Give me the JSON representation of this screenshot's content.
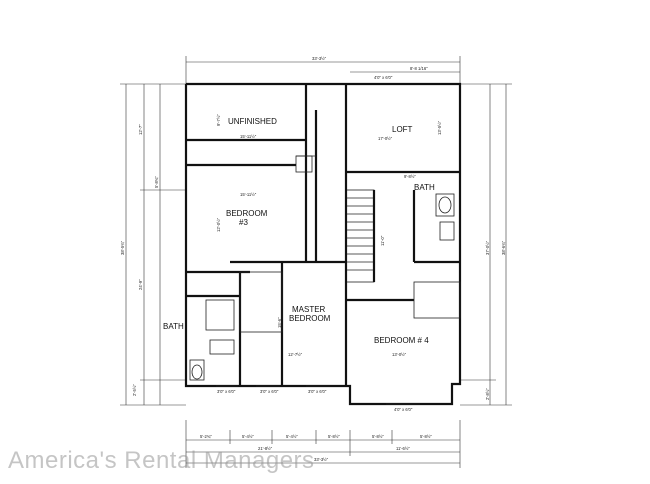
{
  "rooms": {
    "unfinished": "UNFINISHED",
    "loft": "LOFT",
    "bath_upper": "BATH",
    "bedroom3_l1": "BEDROOM",
    "bedroom3_l2": "#3",
    "master_l1": "MASTER",
    "master_l2": "BEDROOM",
    "bath_left": "BATH",
    "bedroom4": "BEDROOM # 4"
  },
  "dims": {
    "top_overall": "33'-3½\"",
    "top_window": "4'0\" x 6'0\"",
    "top_right": "8'-8 1/16\"",
    "left_outer": "38'-5¾\"",
    "left_inner1": "12'-7\"",
    "left_inner2": "24'-9\"",
    "left_mid": "5'-8¾\"",
    "left_bottom": "2'-5½\"",
    "right_outer": "38'-6¾\"",
    "right_inner": "37'-0½\"",
    "right_bottom": "2'-8½\"",
    "unfin_w": "15'-11½\"",
    "unfin_h": "9'-7½\"",
    "loft_w": "17'-0½\"",
    "loft_h": "13'-5½\"",
    "bed3_w": "15'-11½\"",
    "bed3_h": "12'-0½\"",
    "master_w": "12'-7½\"",
    "master_h": "15'-6\"",
    "bed4_w": "13'-0½\"",
    "bath_w": "9'-8½\"",
    "stair": "11'-0\"",
    "bottom_w1": "3'0\" x 6'0\"",
    "bottom_w2": "3'0\" x 6'0\"",
    "bottom_w3": "3'0\" x 6'0\"",
    "bottom_w4": "4'0\" x 6'0\"",
    "b1": "5'-2¾\"",
    "b2": "5'-4½\"",
    "b3": "5'-4½\"",
    "b4": "5'-8½\"",
    "b5": "5'-8½\"",
    "b6": "5'-8½\"",
    "bot_total1": "21'-8½\"",
    "bot_total2": "11'-6½\"",
    "bot_overall": "33'-3½\""
  },
  "watermark": "America's Rental Managers"
}
